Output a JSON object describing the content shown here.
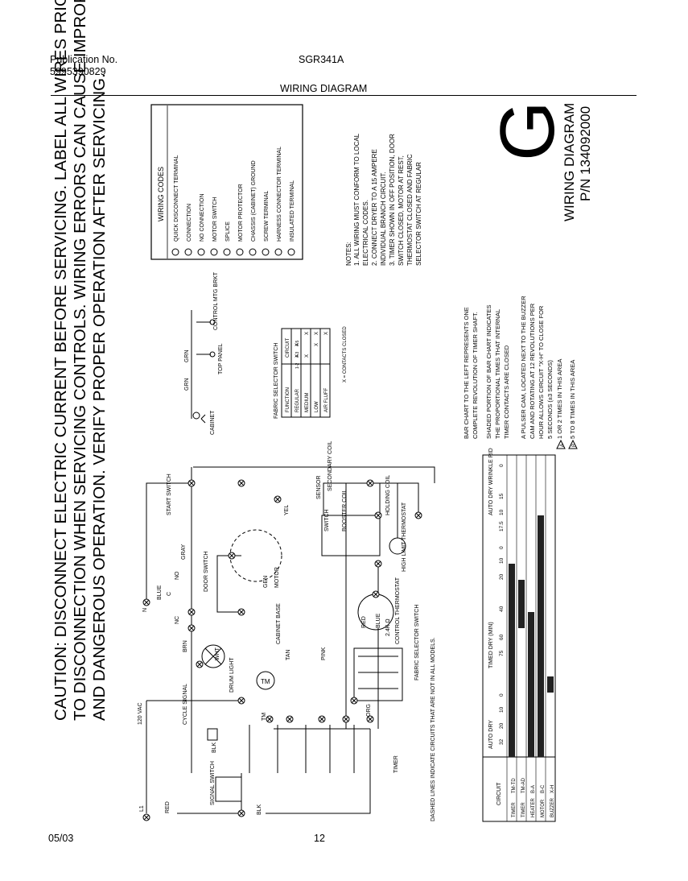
{
  "header": {
    "publication_label": "Publication No.",
    "publication_number": "5995390829",
    "model": "SGR341A",
    "title": "WIRING DIAGRAM"
  },
  "footer": {
    "date": "05/03",
    "page": "12"
  },
  "caution": [
    "CAUTION: DISCONNECT ELECTRIC CURRENT BEFORE SERVICING. LABEL ALL WIRES PRIOR",
    "TO DISCONNECTION WHEN SERVICING CONTROLS. WIRING ERRORS CAN CAUSE IMPROPER",
    "AND DANGEROUS OPERATION. VERIFY PROPER OPERATION AFTER SERVICING."
  ],
  "wiring_codes": {
    "title": "WIRING CODES",
    "items": [
      {
        "label": "QUICK DISCONNECT TERMINAL",
        "icon": "quick-disconnect-icon"
      },
      {
        "label": "CONNECTION",
        "icon": "connection-icon"
      },
      {
        "label": "NO CONNECTION",
        "icon": "no-connection-icon"
      },
      {
        "label": "MOTOR SWITCH",
        "icon": "motor-switch-icon"
      },
      {
        "label": "SPLICE",
        "icon": "splice-icon"
      },
      {
        "label": "MOTOR PROTECTOR",
        "icon": "motor-protector-icon"
      },
      {
        "label": "CHASSIS (CABINET) GROUND",
        "icon": "ground-icon"
      },
      {
        "label": "SCREW TERMINAL",
        "icon": "screw-terminal-icon"
      },
      {
        "label": "HARNESS CONNECTOR TERMINAL",
        "icon": "harness-connector-icon"
      },
      {
        "label": "INSULATED TERMINAL",
        "icon": "insulated-terminal-icon"
      }
    ]
  },
  "notes": {
    "title": "NOTES:",
    "lines": [
      "1. ALL WIRING MUST CONFORM TO LOCAL",
      "    ELECTRICAL CODES.",
      "2. CONNECT DRYER TO A 15 AMPERE",
      "    INDIVIDUAL BRANCH CIRCUIT.",
      "3. TIMER SHOWN IN OFF POSITION, DOOR",
      "    SWITCH CLOSED, MOTOR AT REST,",
      "    THERMOSTAT CLOSED AND FABRIC",
      "    SELECTOR SWITCH AT REGULAR"
    ]
  },
  "big_letter": "G",
  "part": {
    "title": "WIRING DIAGRAM",
    "number": "P/N 134092000"
  },
  "fabric_switch": {
    "title": "FABRIC SELECTOR SWITCH",
    "circuit_header": "CIRCUIT",
    "columns": [
      "FUNCTION",
      "1-2",
      "4-3",
      "4-5"
    ],
    "rows": [
      [
        "REGULAR",
        "X",
        "X",
        ""
      ],
      [
        "MEDIUM",
        "X",
        "",
        "X"
      ],
      [
        "LOW",
        "",
        "X",
        "X"
      ],
      [
        "AIR FLUFF",
        "",
        "",
        "X"
      ]
    ],
    "footnote": "X = CONTACTS CLOSED"
  },
  "bar_notes": [
    "BAR CHART TO THE LEFT REPRESENTS ONE",
    "COMPLETE REVOLUTION OF TIMER SHAFT.",
    "SHADED PORTION OF BAR CHART INDICATES",
    "THE PROPORTIONAL TIMES THAT INTERNAL",
    "TIMER CONTACTS ARE CLOSED",
    "A PULSER CAM, LOCATED NEXT TO THE BUZZER",
    "CAM AND ROTATING AT 12 REVOLUTIONS PER",
    "HOUR ALLOWS CIRCUIT \"X-H\" TO CLOSE FOR",
    "5 SECONDS (±3 SECONDS)",
    "1 OR 2 TIMES IN THIS AREA",
    "5 TO 8 TIMES IN THIS AREA"
  ],
  "bar_notes_markers": [
    "A",
    "B"
  ],
  "timer_chart": {
    "circuit_header": "CIRCUIT",
    "rows": [
      {
        "group": "TIMER",
        "code": "TM-TD"
      },
      {
        "group": "TIMER",
        "code": "TM-AD"
      },
      {
        "group": "HEATER",
        "code": "B-A"
      },
      {
        "group": "MOTOR",
        "code": "B-C"
      },
      {
        "group": "BUZZER",
        "code": "X-H"
      }
    ],
    "sections": [
      "AUTO DRY",
      "TIMED DRY (MIN)",
      "AUTO DRY WRINKLE RID"
    ],
    "ticks": [
      "32",
      "20",
      "10",
      "0",
      "75",
      "60",
      "40",
      "20",
      "10",
      "0",
      "17.5",
      "10",
      "15",
      "0"
    ]
  },
  "schematic": {
    "left_labels": [
      "L1",
      "RED",
      "120 VAC",
      "N",
      "BLUE",
      "BLK",
      "BLK"
    ],
    "components": [
      "CYCLE SIGNAL",
      "SIGNAL SWITCH",
      "DOOR SWITCH",
      "DRUM LIGHT",
      "START SWITCH",
      "MOTOR",
      "CABINET BASE",
      "FABRIC SELECTOR SWITCH",
      "CONTROL THERMOSTAT",
      "HIGH LIMIT THERMOSTAT",
      "TIMER",
      "SECONDARY COIL",
      "BOOSTER COIL",
      "HOLDING COIL",
      "SENSOR",
      "SWITCH",
      "TM",
      "BRN",
      "WHT",
      "TAN",
      "PINK",
      "GRAY",
      "YEL",
      "ORG",
      "RED",
      "BLUE",
      "GEN",
      "2.4K Ω",
      "NO",
      "NC",
      "C"
    ],
    "cabinet_labels": [
      "CABINET",
      "TOP PANEL",
      "CONTROL MTG BRKT",
      "GRN"
    ],
    "dashed_note": "DASHED LINES INDICATE CIRCUITS THAT ARE NOT IN ALL MODELS."
  }
}
